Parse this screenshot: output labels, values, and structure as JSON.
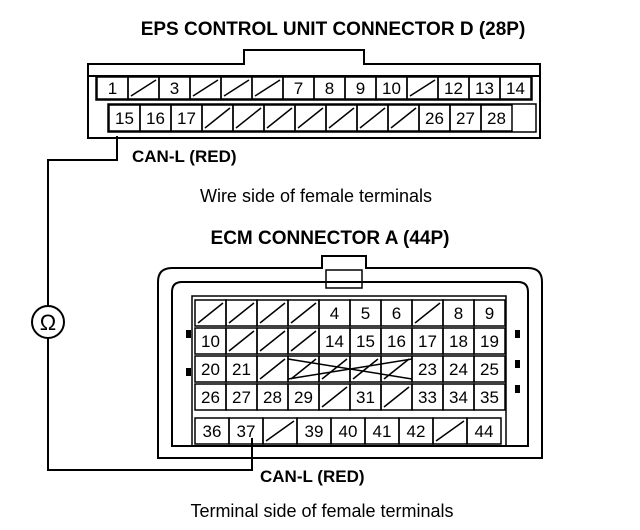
{
  "labels": {
    "eps_title": "EPS CONTROL UNIT CONNECTOR D (28P)",
    "eps_wire": "CAN-L (RED)",
    "eps_caption": "Wire side of female terminals",
    "ecm_title": "ECM CONNECTOR A (44P)",
    "ecm_wire": "CAN-L (RED)",
    "ecm_caption": "Terminal side of female terminals",
    "meter_symbol": "Ω"
  },
  "eps": {
    "row1": [
      "1",
      "",
      "3",
      "",
      "",
      "",
      "7",
      "8",
      "9",
      "10",
      "",
      "12",
      "13",
      "14"
    ],
    "row2": [
      "",
      "15",
      "16",
      "17",
      "",
      "",
      "",
      "",
      "",
      "",
      "",
      "26",
      "27",
      "28"
    ]
  },
  "ecm": {
    "row1": [
      "",
      "",
      "",
      "",
      "4",
      "5",
      "6",
      "",
      "8",
      "9"
    ],
    "row2": [
      "10",
      "",
      "",
      "",
      "14",
      "15",
      "16",
      "17",
      "18",
      "19"
    ],
    "row3": [
      "20",
      "21",
      "",
      "",
      "",
      "",
      "",
      "23",
      "24",
      "25"
    ],
    "row4": [
      "26",
      "27",
      "28",
      "29",
      "",
      "31",
      "",
      "33",
      "34",
      "35"
    ],
    "row5": [
      "36",
      "37",
      "",
      "39",
      "40",
      "41",
      "42",
      "",
      "44"
    ]
  }
}
